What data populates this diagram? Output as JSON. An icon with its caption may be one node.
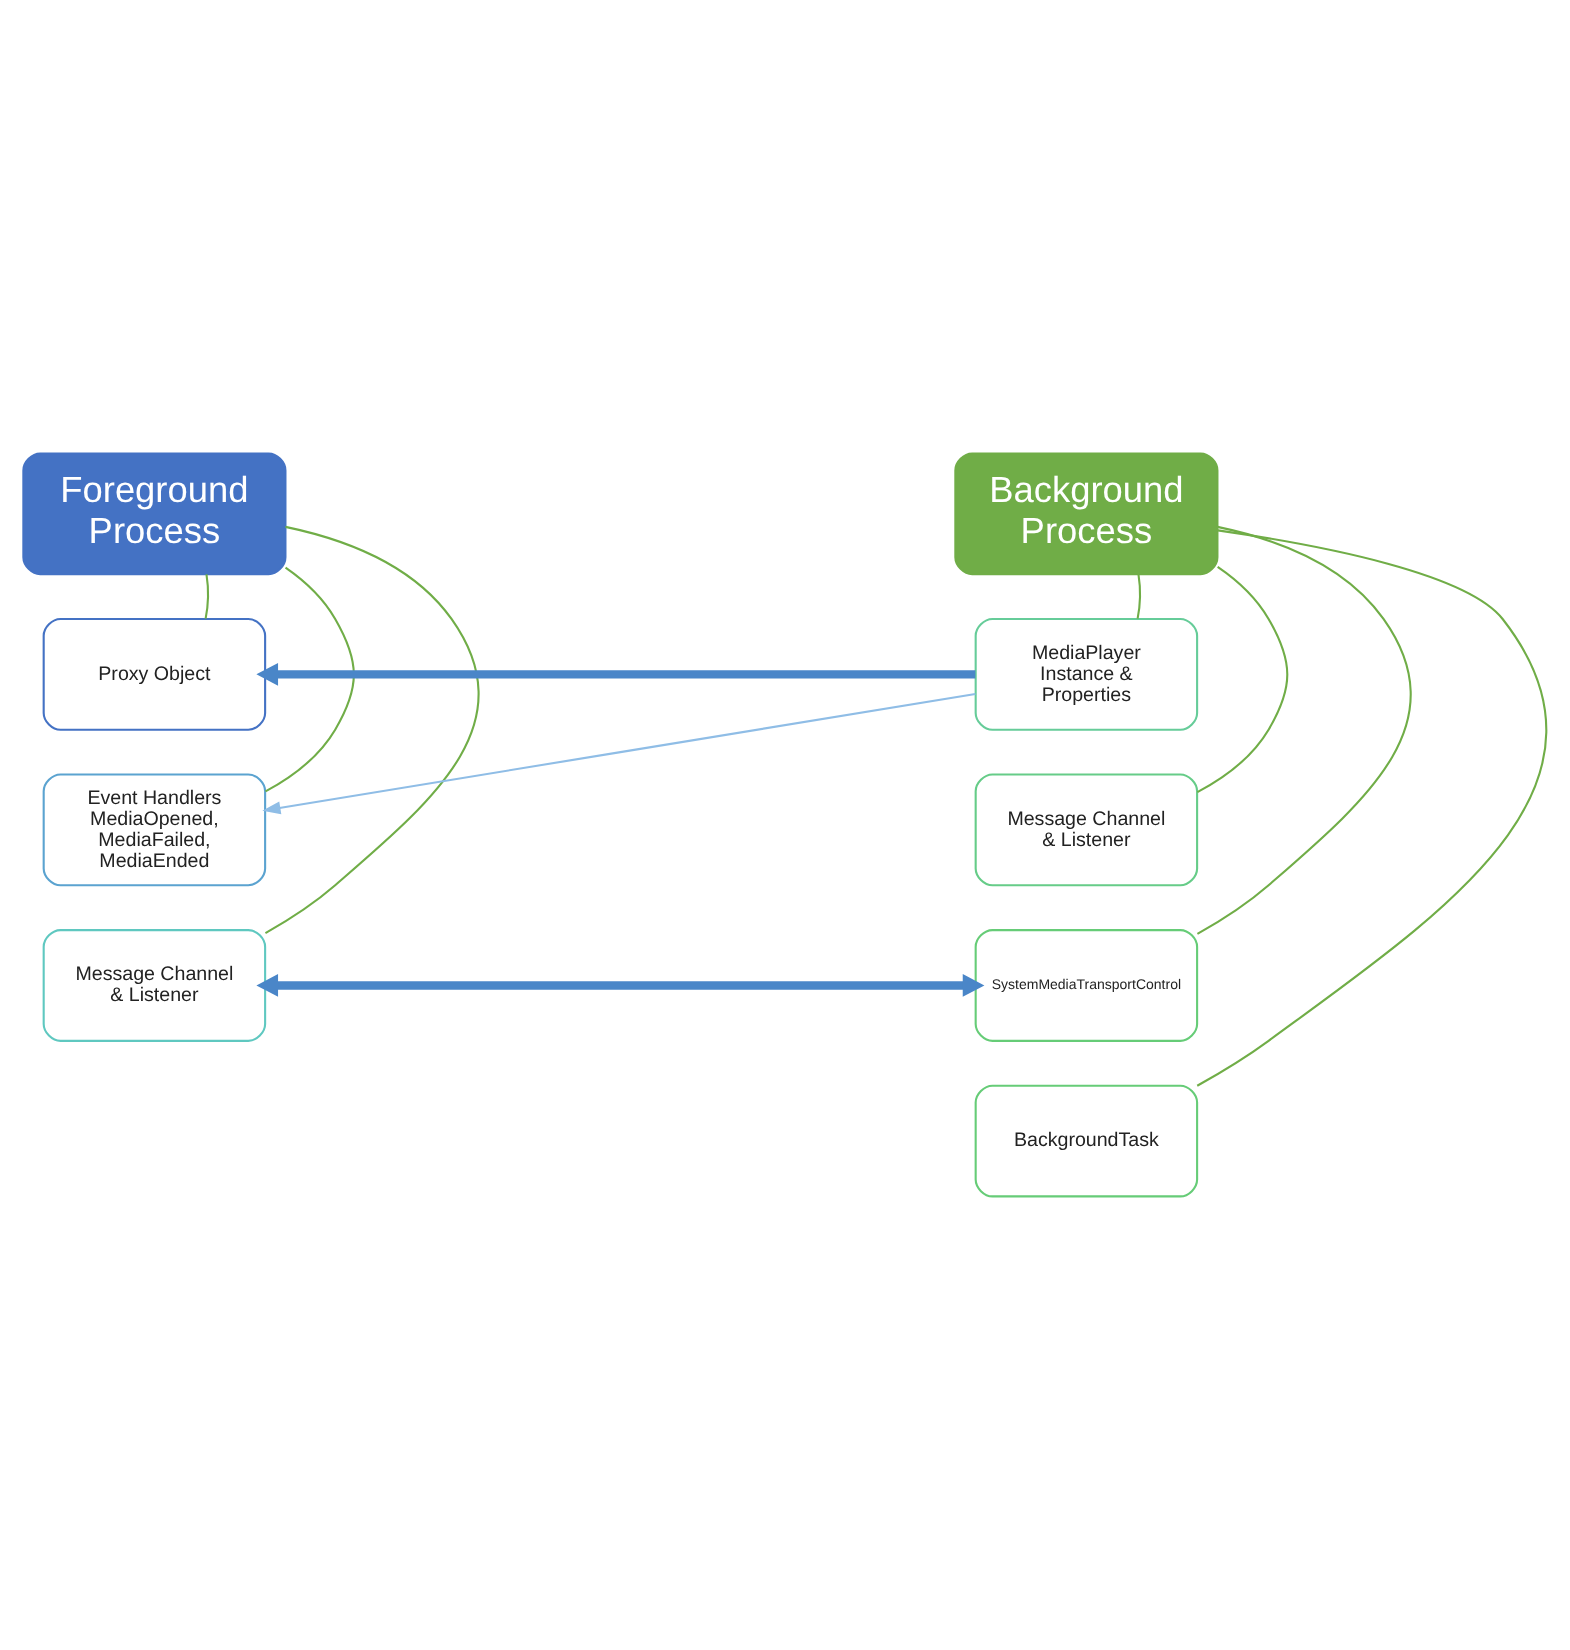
{
  "diagram": {
    "nodes": [
      {
        "text": [
          "Foreground Process"
        ]
      },
      {
        "text": [
          "Background Process"
        ]
      },
      {
        "text": [
          "Proxy Object"
        ]
      },
      {
        "text": [
          "MediaPlayer Instance & Properties"
        ]
      },
      {
        "text": [
          "Event Handlers MediaOpened, MediaFailed, MediaEnded"
        ]
      },
      {
        "text": [
          "Message Channel & Listener"
        ]
      },
      {
        "text": [
          "Message Channel & Listener"
        ]
      },
      {
        "text": [
          "SystemMediaTransportControl"
        ]
      },
      {
        "text": [
          "BackgroundTask"
        ]
      }
    ],
    "edges": [
      {
        "from": 0,
        "to": 2,
        "arrow": "none"
      },
      {
        "from": 0,
        "to": 4,
        "arrow": "none"
      },
      {
        "from": 0,
        "to": 6,
        "arrow": "none"
      },
      {
        "from": 1,
        "to": 3,
        "arrow": "none"
      },
      {
        "from": 1,
        "to": 5,
        "arrow": "none"
      },
      {
        "from": 1,
        "to": 7,
        "arrow": "none"
      },
      {
        "from": 1,
        "to": 8,
        "arrow": "none"
      },
      {
        "from": 3,
        "to": 2,
        "arrow": "to",
        "style": "thick",
        "color": "#4a86c8"
      },
      {
        "from": 3,
        "to": 4,
        "arrow": "to",
        "color": "#8fbde6"
      },
      {
        "from": 6,
        "to": 7,
        "arrow": "both",
        "style": "thick",
        "color": "#4a86c8"
      }
    ]
  }
}
